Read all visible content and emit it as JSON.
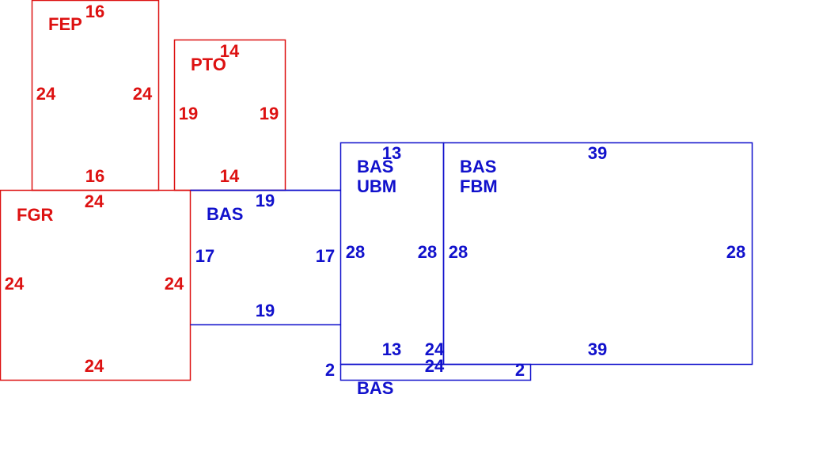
{
  "colors": {
    "red": "#dd1111",
    "blue": "#1111cc",
    "background": "#ffffff"
  },
  "sections": {
    "fep": {
      "label": "FEP",
      "top": "16",
      "left": "24",
      "right": "24",
      "bottom": "16"
    },
    "pto": {
      "label": "PTO",
      "top": "14",
      "left": "19",
      "right": "19",
      "bottom": "14"
    },
    "fgr": {
      "label": "FGR",
      "top": "24",
      "left": "24",
      "right": "24",
      "bottom": "24"
    },
    "bas_mid": {
      "label": "BAS",
      "top": "19",
      "left": "17",
      "right": "17",
      "bottom": "19"
    },
    "bas_ubm": {
      "label_line1": "BAS",
      "label_line2": "UBM",
      "top": "13",
      "left": "28",
      "right": "28",
      "bottom": "13",
      "bottom_right": "24"
    },
    "bas_fbm": {
      "label_line1": "BAS",
      "label_line2": "FBM",
      "top": "39",
      "left": "28",
      "right": "28",
      "bottom": "39"
    },
    "bas_strip": {
      "label": "BAS",
      "left": "2",
      "right": "2",
      "top": "24"
    }
  }
}
